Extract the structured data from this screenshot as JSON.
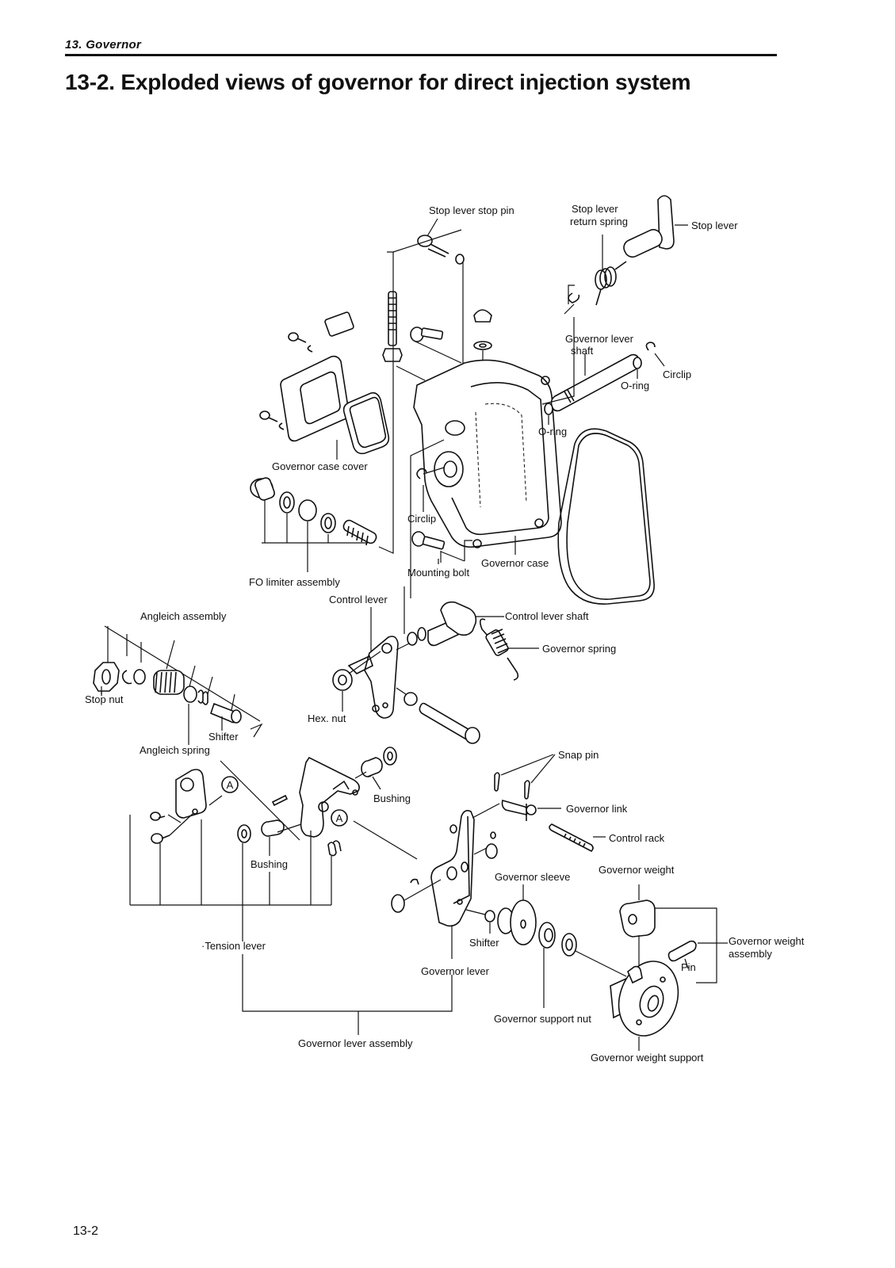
{
  "header": {
    "section": "13. Governor",
    "title": "13-2. Exploded views of governor for direct injection system"
  },
  "footer": {
    "page_number": "13-2"
  },
  "diagram": {
    "reference_marker": "A",
    "labels": {
      "stop_lever_stop_pin": "Stop lever stop pin",
      "stop_lever_return_spring_1": "Stop lever",
      "stop_lever_return_spring_2": "return spring",
      "stop_lever": "Stop lever",
      "governor_lever_shaft_1": "Governor lever",
      "governor_lever_shaft_2": "shaft",
      "circlip_top": "Circlip",
      "o_ring_right": "O-ring",
      "o_ring_left": "O-ring",
      "governor_case_cover": "Governor case cover",
      "circlip_case": "Circlip",
      "mounting_bolt": "Mounting bolt",
      "governor_case": "Governor case",
      "fo_limiter_assembly": "FO limiter assembly",
      "control_lever": "Control lever",
      "control_lever_shaft": "Control lever shaft",
      "governor_spring": "Governor spring",
      "angleich_assembly": "Angleich assembly",
      "stop_nut": "Stop nut",
      "hex_nut": "Hex. nut",
      "shifter_angleich": "Shifter",
      "angleich_spring": "Angleich spring",
      "snap_pin": "Snap pin",
      "bushing_upper": "Bushing",
      "governor_link": "Governor link",
      "control_rack": "Control rack",
      "bushing_lower": "Bushing",
      "governor_sleeve": "Governor sleeve",
      "governor_weight": "Governor weight",
      "tension_lever": "·Tension lever",
      "shifter_lower": "Shifter",
      "governor_weight_assembly_1": "Governor weight",
      "governor_weight_assembly_2": "assembly",
      "pin": "Pin",
      "governor_lever": "Governor lever",
      "governor_support_nut": "Governor support nut",
      "governor_lever_assembly": "Governor lever assembly",
      "governor_weight_support": "Governor weight support"
    }
  }
}
